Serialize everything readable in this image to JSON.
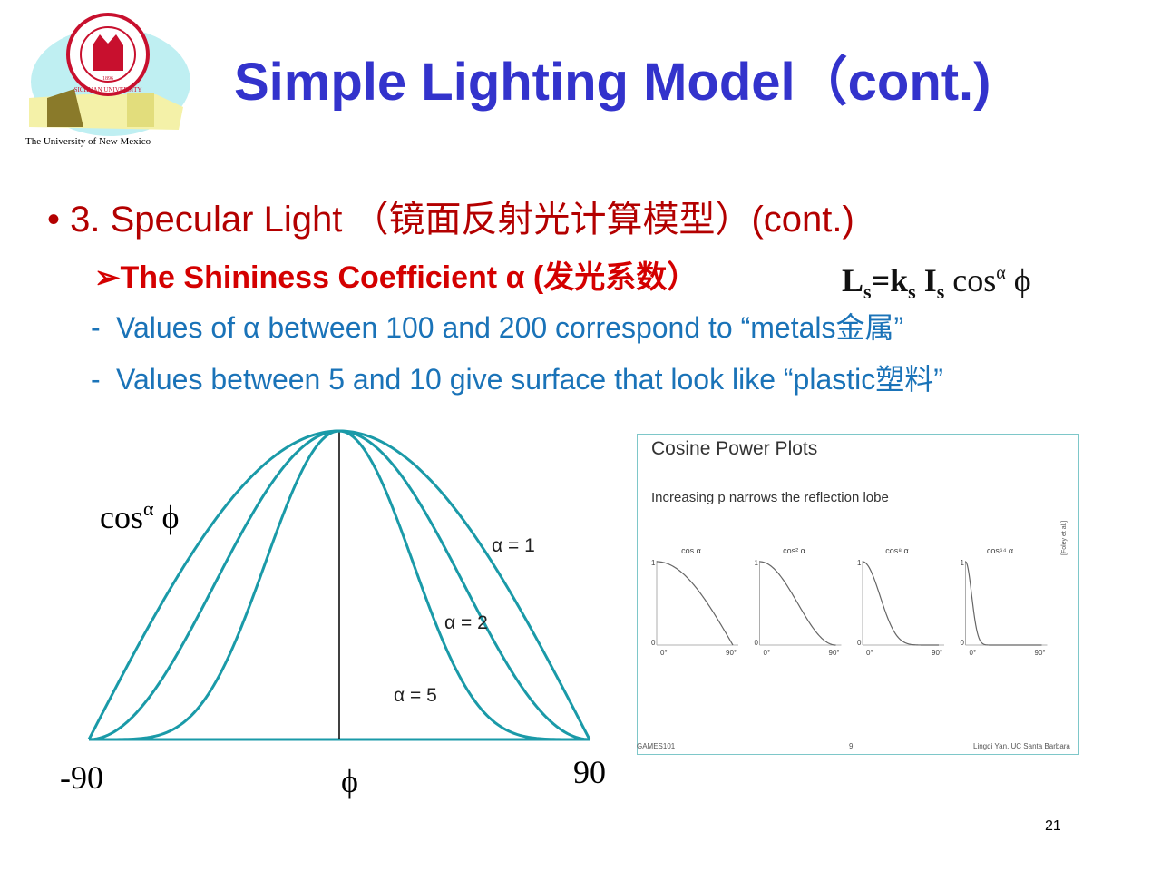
{
  "logo": {
    "seal_text": "SICHUAN UNIVERSITY",
    "seal_year": "1896",
    "caption": "The University of New Mexico"
  },
  "title": "Simple Lighting Model（cont.)",
  "bullet": {
    "marker": "•",
    "text": "3. Specular Light （镜面反射光计算模型）(cont.)"
  },
  "subbullet": {
    "marker": "➢",
    "text": "The Shininess Coefficient α (发光系数）"
  },
  "formula": {
    "L": "L",
    "L_sub": "s",
    "eq": "=k",
    "k_sub": "s",
    "I": " I",
    "I_sub": "s",
    "cos": " cos",
    "sup": "α",
    "phi": " ϕ"
  },
  "dashes": [
    {
      "marker": "-",
      "text": "Values of α between 100 and 200 correspond to “metals金属”"
    },
    {
      "marker": "-",
      "text": "Values between 5 and 10 give surface that look like “plastic塑料”"
    }
  ],
  "chart_data": [
    {
      "type": "line",
      "title": "",
      "ylabel_main": "cos",
      "ylabel_sup": "α",
      "ylabel_tail": " ϕ",
      "xlabel": "ϕ",
      "x_tick_min": "-90",
      "x_tick_max": "90",
      "xlim": [
        -90,
        90
      ],
      "ylim": [
        0,
        1
      ],
      "series": [
        {
          "name": "α = 1",
          "exponent": 1
        },
        {
          "name": "α = 2",
          "exponent": 2
        },
        {
          "name": "α = 5",
          "exponent": 5
        }
      ],
      "line_color": "#1a9aa8"
    },
    {
      "type": "line",
      "title": "Cosine Power Plots",
      "subtitle": "Increasing p narrows the reflection lobe",
      "panels": [
        {
          "label": "cos α",
          "exponent": 1
        },
        {
          "label": "cos² α",
          "exponent": 2
        },
        {
          "label": "cos⁸ α",
          "exponent": 8
        },
        {
          "label": "cos⁶⁴ α",
          "exponent": 64
        }
      ],
      "y_top": "1",
      "y_bottom": "0",
      "x_start": "0°",
      "x_end": "90°",
      "xlim": [
        0,
        90
      ],
      "ylim": [
        0,
        1
      ],
      "credit_side": "[Foley et al.]",
      "footer_left": "GAMES101",
      "footer_center": "9",
      "footer_right": "Lingqi Yan, UC Santa Barbara",
      "line_color": "#666666"
    }
  ],
  "colors": {
    "title": "#3333cc",
    "bullet": "#b30000",
    "subbullet": "#d40000",
    "dashes": "#1a73b8",
    "curves": "#1a9aa8"
  },
  "page_number": "21"
}
